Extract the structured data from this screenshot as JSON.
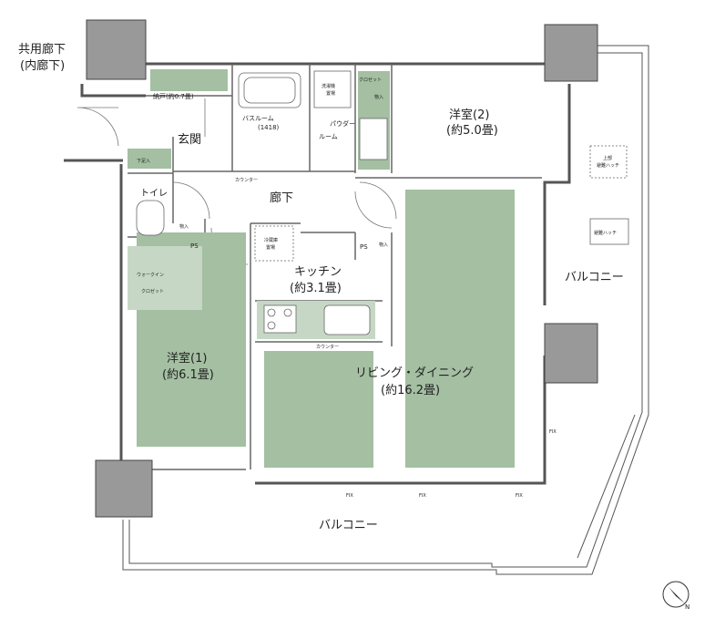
{
  "common_corridor": {
    "line1": "共用廊下",
    "line2": "(内廊下)"
  },
  "rooms": {
    "storage": "納戸(約0.7畳)",
    "bathroom": {
      "name": "バスルーム",
      "size": "(1418)"
    },
    "laundry": {
      "line1": "洗濯機",
      "line2": "置場"
    },
    "closet_top": "クロゼット",
    "storage_top": "物入",
    "powder_room": {
      "line1": "パウダー",
      "line2": "ルーム"
    },
    "western2": {
      "name": "洋室(2)",
      "size": "(約5.0畳)"
    },
    "entrance": "玄関",
    "shoe_storage": "下足入",
    "counter_top": "カウンター",
    "corridor": "廊下",
    "toilet": "トイレ",
    "toilet_storage": "物入",
    "ps1": "PS",
    "ps2": "PS",
    "storage_kitchen": "物入",
    "fridge": {
      "line1": "冷蔵庫",
      "line2": "置場"
    },
    "kitchen": {
      "name": "キッチン",
      "size": "(約3.1畳)"
    },
    "walkin": {
      "line1": "ウォークイン",
      "line2": "クロゼット"
    },
    "counter_kitchen": "カウンター",
    "western1": {
      "name": "洋室(1)",
      "size": "(約6.1畳)"
    },
    "living": {
      "name": "リビング・ダイニング",
      "size": "(約16.2畳)"
    },
    "balcony_right": "バルコニー",
    "balcony_bottom": "バルコニー",
    "upper_hatch": {
      "line1": "上部",
      "line2": "避難ハッチ"
    },
    "evac_hatch": "避難ハッチ",
    "fix_labels": [
      "FIX",
      "FIX",
      "FIX",
      "FIX"
    ]
  },
  "colors": {
    "room_green": "#a4bfa2",
    "wall": "#555555",
    "column": "#999999"
  }
}
